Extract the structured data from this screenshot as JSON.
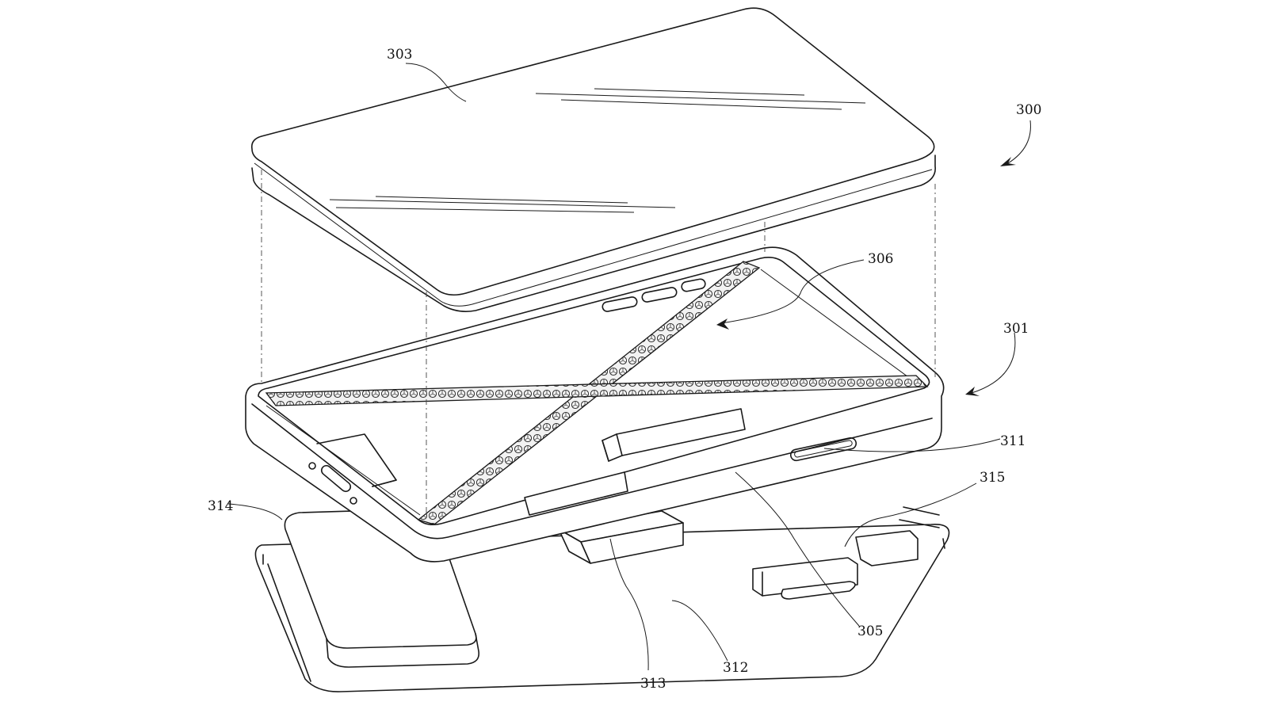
{
  "figure": {
    "labels": [
      {
        "id": "303",
        "text": "303"
      },
      {
        "id": "300",
        "text": "300"
      },
      {
        "id": "306",
        "text": "306"
      },
      {
        "id": "301",
        "text": "301"
      },
      {
        "id": "311",
        "text": "311"
      },
      {
        "id": "315",
        "text": "315"
      },
      {
        "id": "314",
        "text": "314"
      },
      {
        "id": "305",
        "text": "305"
      },
      {
        "id": "313",
        "text": "313"
      },
      {
        "id": "312",
        "text": "312"
      }
    ]
  },
  "colors": {
    "stroke": "#1a1a1a",
    "background": "#ffffff",
    "pattern_fill": "#d9d9d9"
  }
}
